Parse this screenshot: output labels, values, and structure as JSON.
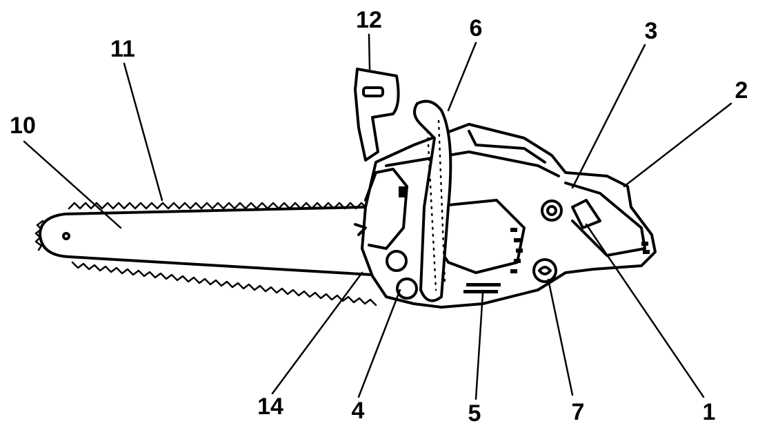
{
  "diagram": {
    "callouts": [
      {
        "id": "c1",
        "label": "1"
      },
      {
        "id": "c2",
        "label": "2"
      },
      {
        "id": "c3",
        "label": "3"
      },
      {
        "id": "c4",
        "label": "4"
      },
      {
        "id": "c5",
        "label": "5"
      },
      {
        "id": "c6",
        "label": "6"
      },
      {
        "id": "c7",
        "label": "7"
      },
      {
        "id": "c10",
        "label": "10"
      },
      {
        "id": "c11",
        "label": "11"
      },
      {
        "id": "c12",
        "label": "12"
      },
      {
        "id": "c14",
        "label": "14"
      }
    ]
  },
  "colors": {
    "ink": "#000000",
    "paper": "#ffffff"
  }
}
